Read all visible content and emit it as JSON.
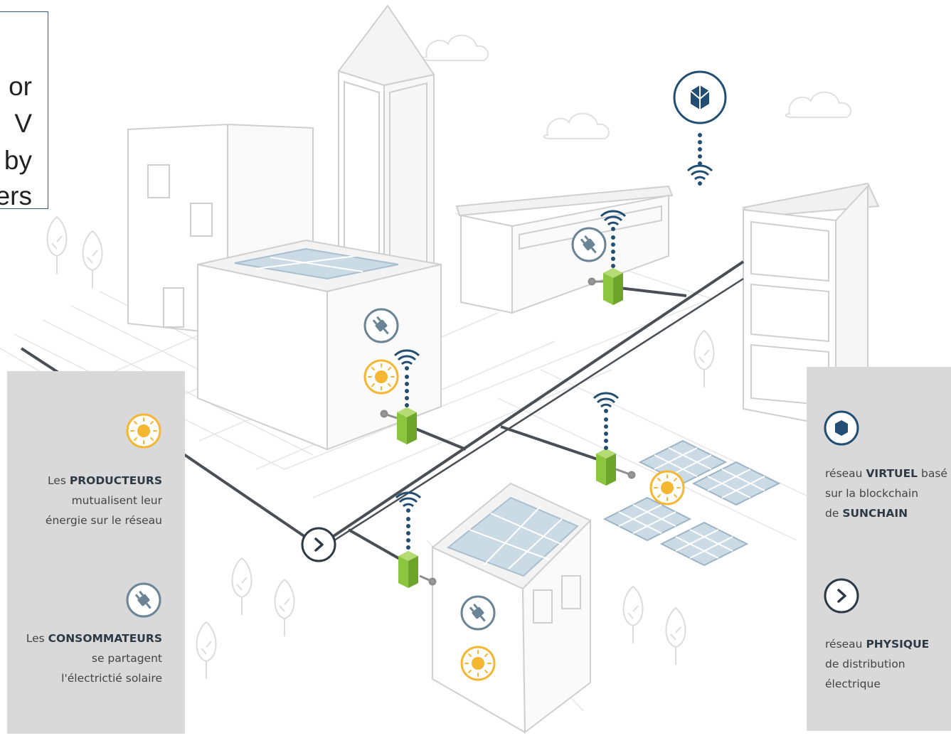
{
  "callout": {
    "lines": [
      "or",
      "V",
      "by",
      "ers"
    ]
  },
  "panel_left": {
    "producers": {
      "prefix": "Les ",
      "strong": "PRODUCTEURS",
      "line2": "mutualisent leur",
      "line3": "énergie sur le réseau"
    },
    "consumers": {
      "prefix": "Les ",
      "strong": "CONSOMMATEURS",
      "line2": "se partagent",
      "line3": "l'électrictié solaire"
    }
  },
  "panel_right": {
    "virtual": {
      "prefix": "réseau ",
      "strong": "VIRTUEL",
      "suffix": " basé",
      "line2": "sur la blockchain",
      "line3_prefix": "de ",
      "line3_strong": "SUNCHAIN"
    },
    "physical": {
      "prefix": "réseau ",
      "strong": "PHYSIQUE",
      "line2": "de distribution",
      "line3": "électrique"
    }
  },
  "icons": [
    "sun-icon",
    "plug-icon",
    "blockchain-icon",
    "wifi-icon",
    "chevron-right-icon",
    "smart-meter-icon",
    "solar-panel-icon",
    "cloud-icon",
    "tree-icon"
  ],
  "colors": {
    "sun": "#f5b731",
    "plug_ring": "#6b8496",
    "network_blue": "#214e72",
    "meter_green": "#8cc63f",
    "panel_gray": "#d9d9d9",
    "solar_blue": "#bfd2df",
    "cable": "#4a4f55"
  }
}
